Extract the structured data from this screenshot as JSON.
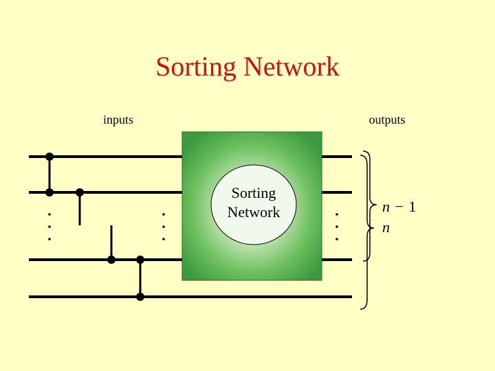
{
  "title": "Sorting Network",
  "labels": {
    "inputs": "inputs",
    "outputs": "outputs",
    "box_line1": "Sorting",
    "box_line2": "Network"
  },
  "brace_labels": {
    "n_minus_1_var": "n",
    "n_minus_1_op": "−",
    "n_minus_1_num": "1",
    "n": "n"
  },
  "colors": {
    "background": "#ffffc6",
    "title": "#cc1111",
    "box_green": "#4caf50",
    "box_center": "#e8f5e0"
  }
}
